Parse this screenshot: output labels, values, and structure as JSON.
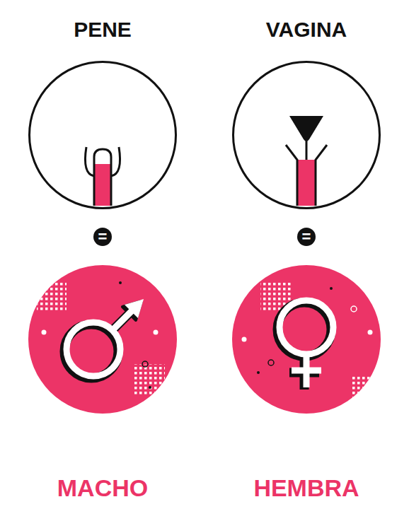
{
  "diagram": {
    "nodes": [
      {
        "text": [
          "PENE"
        ]
      },
      {
        "text": [
          "VAGINA"
        ]
      },
      {
        "text": [
          "="
        ]
      },
      {
        "text": [
          "="
        ]
      },
      {
        "text": [
          "MACHO"
        ]
      },
      {
        "text": [
          "HEMBRA"
        ]
      }
    ]
  }
}
